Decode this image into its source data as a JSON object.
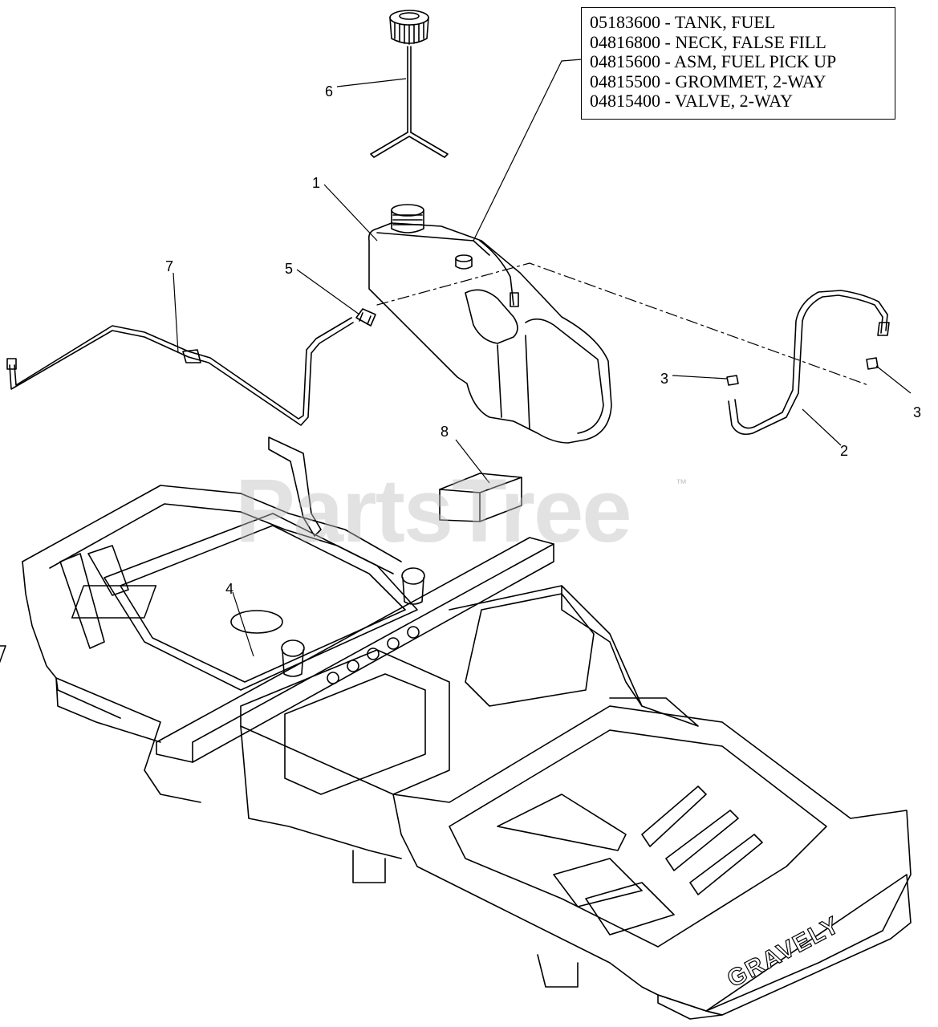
{
  "parts_list": [
    "05183600 - TANK,  FUEL",
    "04816800 - NECK, FALSE FILL",
    "04815600 - ASM, FUEL PICK UP",
    "04815500 - GROMMET, 2-WAY",
    "04815400 - VALVE, 2-WAY"
  ],
  "callouts": {
    "c1": "1",
    "c2": "2",
    "c3a": "3",
    "c3b": "3",
    "c4": "4",
    "c5": "5",
    "c6": "6",
    "c7": "7",
    "c8": "8"
  },
  "watermark": "PartsTree",
  "trademark": "™",
  "brand": "GRAVELY"
}
